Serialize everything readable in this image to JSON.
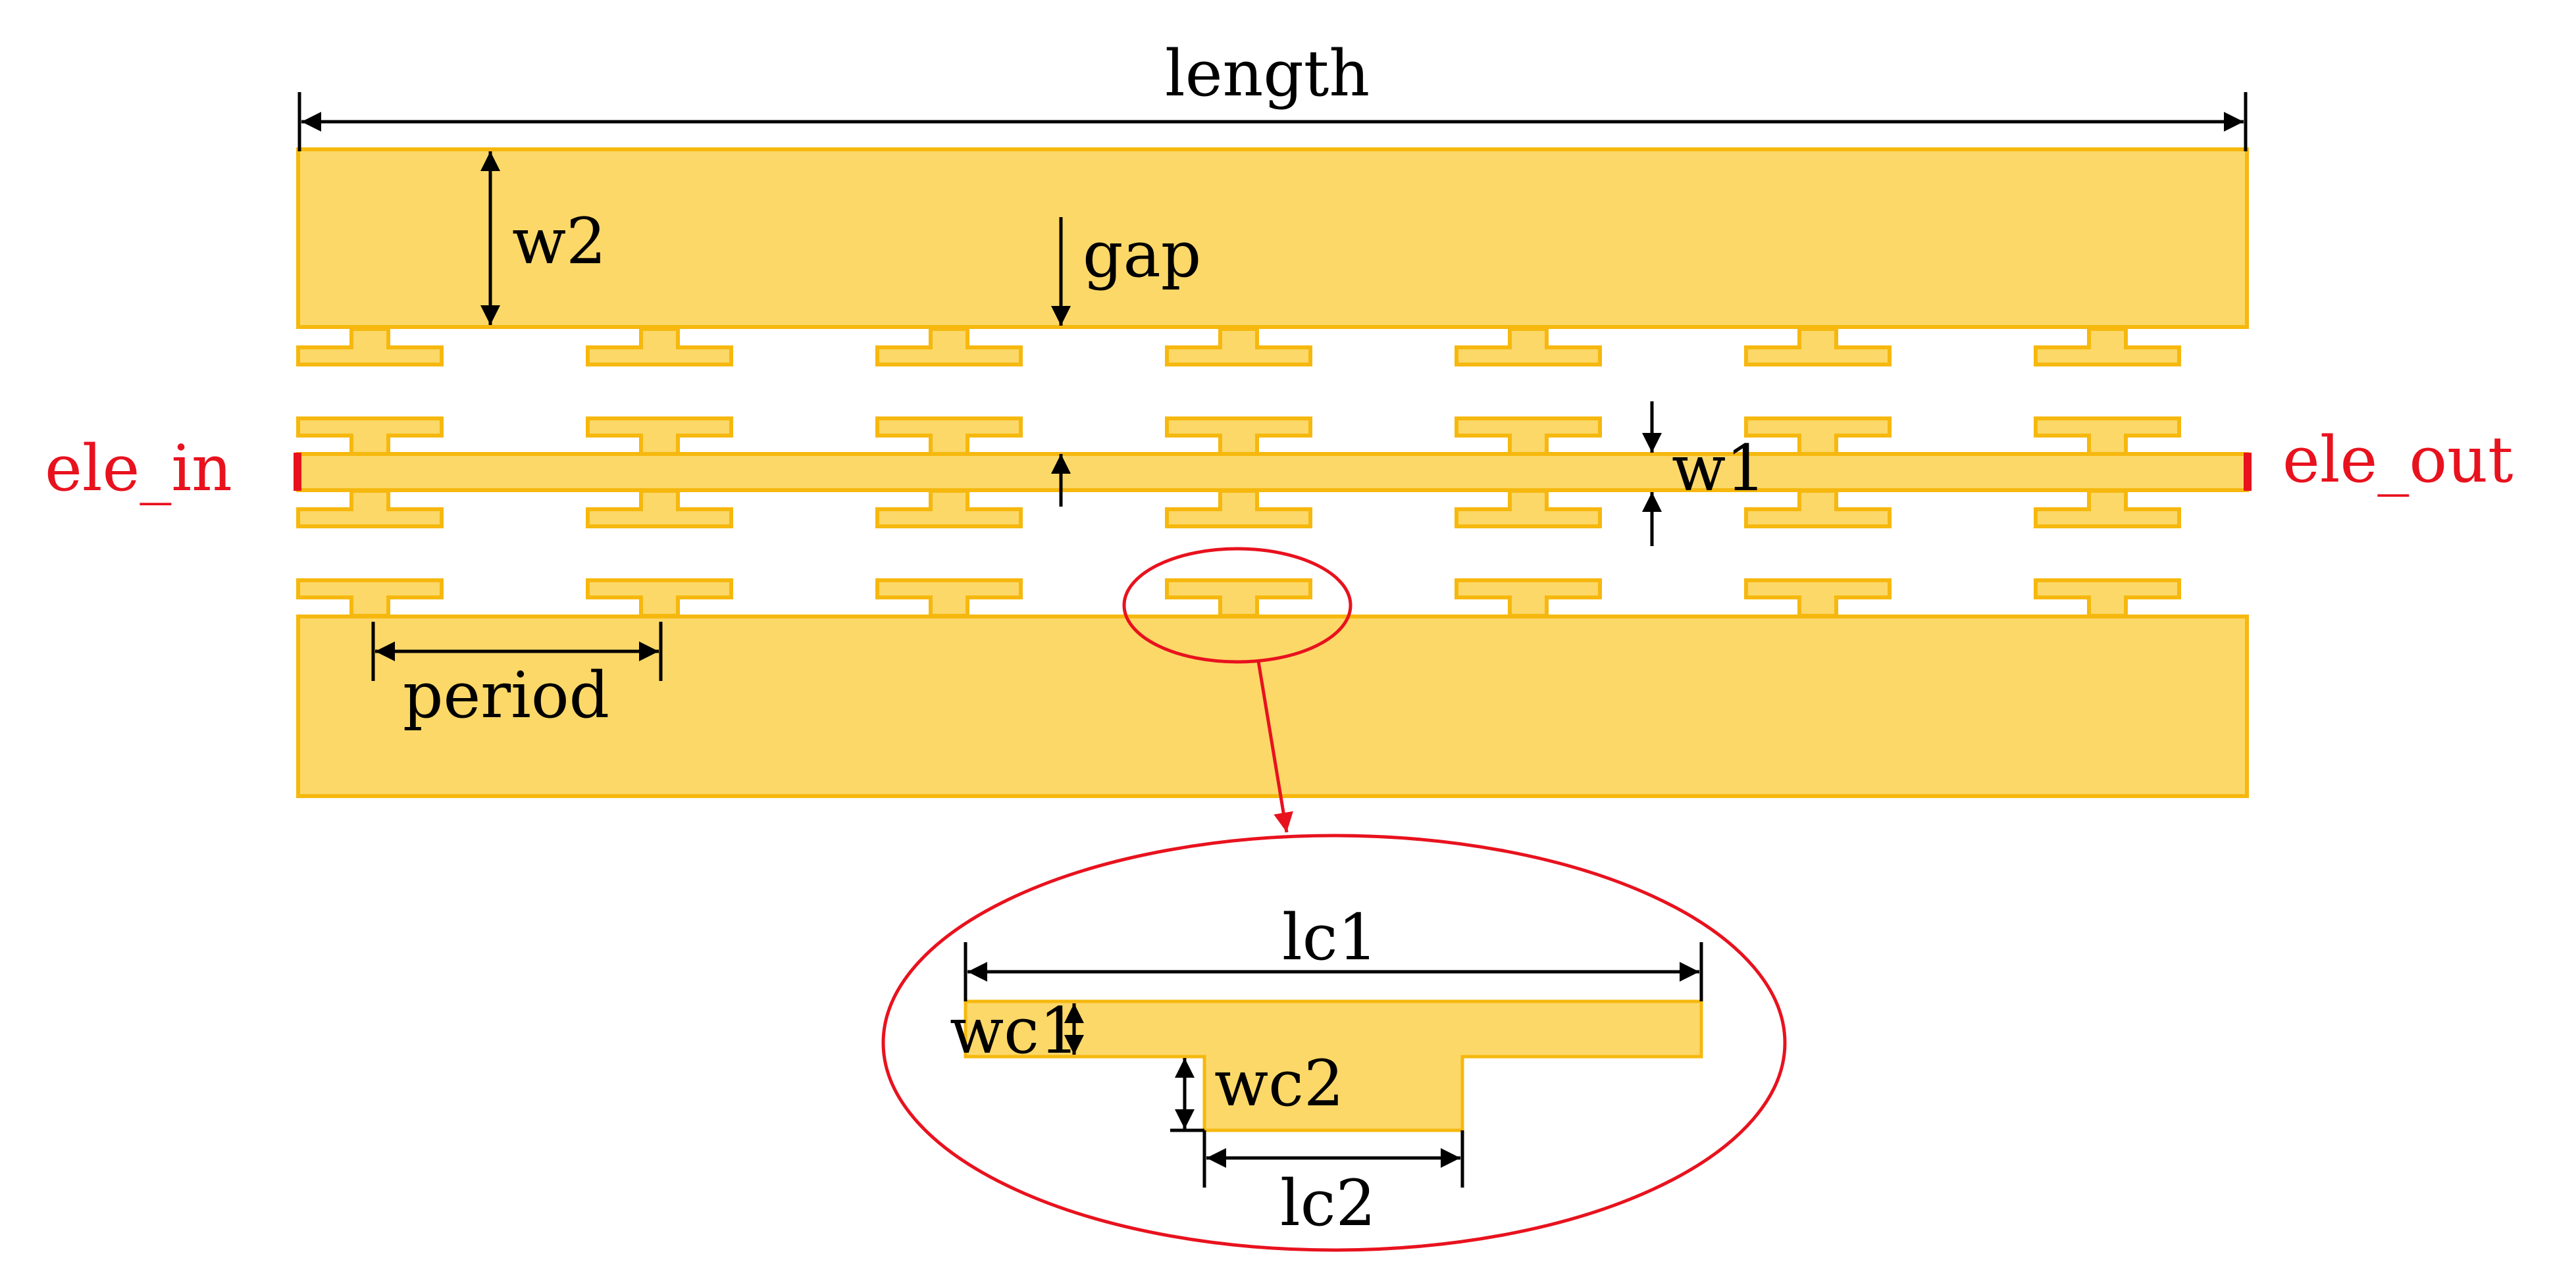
{
  "labels": {
    "length": "length",
    "w2": "w2",
    "gap": "gap",
    "w1": "w1",
    "period": "period",
    "ele_in": "ele_in",
    "ele_out": "ele_out",
    "lc1": "lc1",
    "wc1": "wc1",
    "wc2": "wc2",
    "lc2": "lc2"
  },
  "colors": {
    "metal_fill": "#FCD868",
    "metal_stroke": "#F6B80E",
    "port": "#E8121E",
    "callout": "#E8121E",
    "dimension": "#000000",
    "background": "#FFFFFF"
  },
  "structure": {
    "cell_count": 7
  }
}
